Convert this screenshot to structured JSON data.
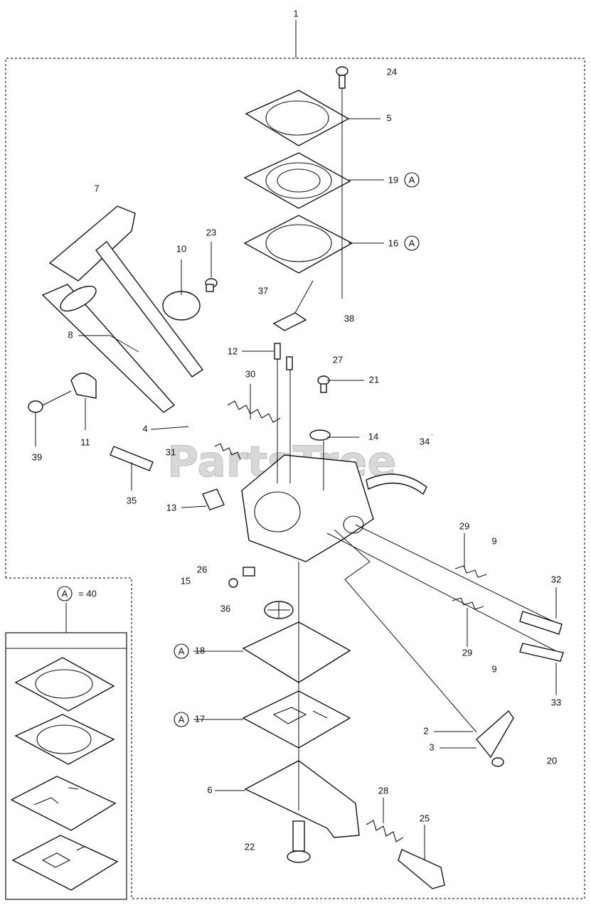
{
  "diagram": {
    "assembly_callout": "1",
    "watermark": "PartsTree",
    "watermark_tm": "™",
    "kit_marker": "A",
    "kit_callout": "= 40",
    "callouts": {
      "c2": "2",
      "c3": "3",
      "c4": "4",
      "c5": "5",
      "c6": "6",
      "c7": "7",
      "c8": "8",
      "c9a": "9",
      "c9b": "9",
      "c10": "10",
      "c11": "11",
      "c12": "12",
      "c13": "13",
      "c14": "14",
      "c15": "15",
      "c16": "16",
      "c17": "17",
      "c18": "18",
      "c19": "19",
      "c20": "20",
      "c21": "21",
      "c22": "22",
      "c23": "23",
      "c24": "24",
      "c25": "25",
      "c26": "26",
      "c27": "27",
      "c28": "28",
      "c29a": "29",
      "c29b": "29",
      "c30": "30",
      "c31": "31",
      "c32": "32",
      "c33": "33",
      "c34": "34",
      "c35": "35",
      "c36": "36",
      "c37": "37",
      "c38": "38",
      "c39": "39"
    },
    "icons": [
      "gasket-icon",
      "diaphragm-icon",
      "spring-icon",
      "screw-icon",
      "shaft-icon",
      "carburetor-body-icon"
    ]
  }
}
